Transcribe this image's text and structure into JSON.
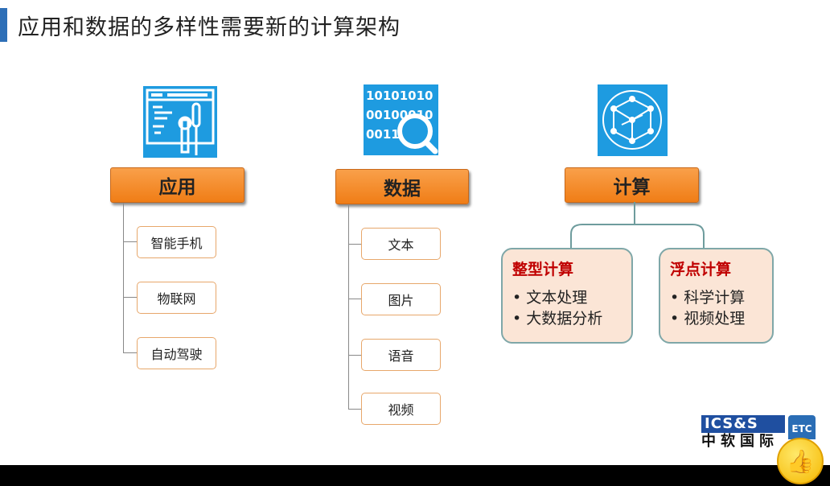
{
  "title": "应用和数据的多样性需要新的计算架构",
  "columns": {
    "app": {
      "label": "应用",
      "items": [
        "智能手机",
        "物联网",
        "自动驾驶"
      ]
    },
    "data": {
      "label": "数据",
      "items": [
        "文本",
        "图片",
        "语音",
        "视频"
      ],
      "icon_text": [
        "10101010",
        "00100010",
        "0011"
      ]
    },
    "compute": {
      "label": "计算",
      "cards": [
        {
          "title": "整型计算",
          "items": [
            "• 文本处理",
            "• 大数据分析"
          ]
        },
        {
          "title": "浮点计算",
          "items": [
            "• 科学计算",
            "• 视频处理"
          ]
        }
      ]
    }
  },
  "logo": {
    "main": "ICS&S",
    "sub": "中软国际",
    "badge": "ETC"
  },
  "colors": {
    "accent": "#2e6fb7",
    "orange": "#f28a2a",
    "icon": "#1e9be0"
  }
}
